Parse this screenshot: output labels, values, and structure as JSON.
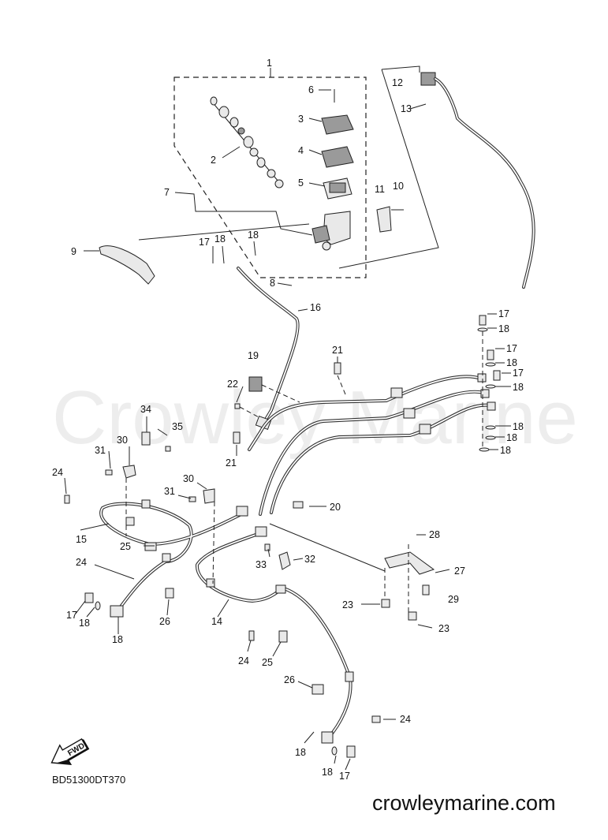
{
  "diagram_code": "BD51300DT370",
  "watermark": "Crowley Marine",
  "footer_url": "crowleymarine.com",
  "direction_arrow": "FWD",
  "callouts": [
    {
      "id": "c1",
      "label": "1"
    },
    {
      "id": "c2",
      "label": "2"
    },
    {
      "id": "c3",
      "label": "3"
    },
    {
      "id": "c4",
      "label": "4"
    },
    {
      "id": "c5",
      "label": "5"
    },
    {
      "id": "c6",
      "label": "6"
    },
    {
      "id": "c7",
      "label": "7"
    },
    {
      "id": "c8",
      "label": "8"
    },
    {
      "id": "c9",
      "label": "9"
    },
    {
      "id": "c10",
      "label": "10"
    },
    {
      "id": "c11",
      "label": "11"
    },
    {
      "id": "c12",
      "label": "12"
    },
    {
      "id": "c13",
      "label": "13"
    },
    {
      "id": "c14",
      "label": "14"
    },
    {
      "id": "c15",
      "label": "15"
    },
    {
      "id": "c16",
      "label": "16"
    },
    {
      "id": "c17a",
      "label": "17"
    },
    {
      "id": "c18a",
      "label": "18"
    },
    {
      "id": "c18b",
      "label": "18"
    },
    {
      "id": "c17b",
      "label": "17"
    },
    {
      "id": "c18c",
      "label": "18"
    },
    {
      "id": "c17c",
      "label": "17"
    },
    {
      "id": "c18d",
      "label": "18"
    },
    {
      "id": "c17d",
      "label": "17"
    },
    {
      "id": "c18e",
      "label": "18"
    },
    {
      "id": "c18f",
      "label": "18"
    },
    {
      "id": "c18g",
      "label": "18"
    },
    {
      "id": "c18h",
      "label": "18"
    },
    {
      "id": "c19",
      "label": "19"
    },
    {
      "id": "c20",
      "label": "20"
    },
    {
      "id": "c21a",
      "label": "21"
    },
    {
      "id": "c21b",
      "label": "21"
    },
    {
      "id": "c22",
      "label": "22"
    },
    {
      "id": "c23a",
      "label": "23"
    },
    {
      "id": "c23b",
      "label": "23"
    },
    {
      "id": "c24a",
      "label": "24"
    },
    {
      "id": "c24b",
      "label": "24"
    },
    {
      "id": "c24c",
      "label": "24"
    },
    {
      "id": "c24d",
      "label": "24"
    },
    {
      "id": "c25a",
      "label": "25"
    },
    {
      "id": "c25b",
      "label": "25"
    },
    {
      "id": "c26a",
      "label": "26"
    },
    {
      "id": "c26b",
      "label": "26"
    },
    {
      "id": "c27",
      "label": "27"
    },
    {
      "id": "c28",
      "label": "28"
    },
    {
      "id": "c29",
      "label": "29"
    },
    {
      "id": "c30a",
      "label": "30"
    },
    {
      "id": "c30b",
      "label": "30"
    },
    {
      "id": "c31a",
      "label": "31"
    },
    {
      "id": "c31b",
      "label": "31"
    },
    {
      "id": "c32",
      "label": "32"
    },
    {
      "id": "c33",
      "label": "33"
    },
    {
      "id": "c34",
      "label": "34"
    },
    {
      "id": "c35",
      "label": "35"
    },
    {
      "id": "c17e",
      "label": "17"
    },
    {
      "id": "c18i",
      "label": "18"
    },
    {
      "id": "c18j",
      "label": "18"
    },
    {
      "id": "c18k",
      "label": "18"
    },
    {
      "id": "c18l",
      "label": "18"
    },
    {
      "id": "c17f",
      "label": "17"
    }
  ]
}
